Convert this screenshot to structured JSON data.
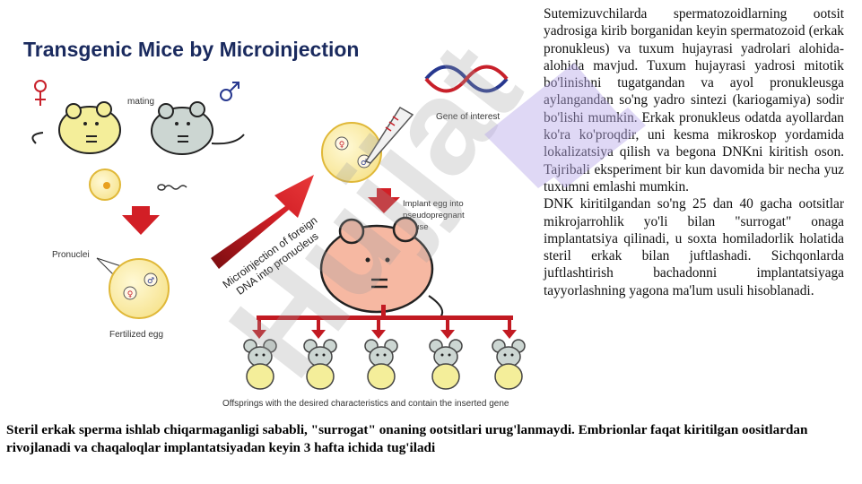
{
  "diagram": {
    "title": "Transgenic Mice by Microinjection",
    "female_icon": "female-symbol-icon",
    "male_icon": "male-symbol-icon",
    "mating_label": "mating",
    "gene_label": "Gene of interest",
    "pronuclei_label": "Pronuclei",
    "fertilized_label": "Fertilized egg",
    "microinjection_line1": "Microinjection of foreign",
    "microinjection_line2": "DNA into pronucleus",
    "implant_line1": "Implant egg into",
    "implant_line2": "pseudopregnant",
    "implant_line3": "mouse",
    "offspring_label": "Offsprings with the desired characteristics and contain the inserted gene",
    "watermark_text": "Hujjat",
    "colors": {
      "title": "#1a2a5e",
      "arrow_red": "#d21f26",
      "egg_fill": "#fbeeaa",
      "egg_stroke": "#e0b838",
      "mouse_yellow": "#f4ee9a",
      "mouse_grey": "#ccd6d2",
      "mouse_pink": "#f6b8a2",
      "dna_red": "#c8202a",
      "dna_blue": "#27388f",
      "watermark_purple": "#b9a8e8"
    }
  },
  "side_text": {
    "paragraph1": "Sutemizuvchilarda spermatozoidlarning ootsit yadrosiga kirib borganidan keyin spermatozoid (erkak pronukleus) va tuxum hujayrasi yadrolari alohida-alohida mavjud. Tuxum hujayrasi yadrosi mitotik bo'linishni tugatgandan va ayol pronukleusga aylangandan so'ng yadro sintezi (kariogamiya) sodir bo'lishi mumkin. Erkak pronukleus odatda ayollardan ko'ra ko'proqdir, uni kesma mikroskop yordamida lokalizatsiya qilish va begona DNKni kiritish oson. Tajribali eksperiment bir kun davomida bir necha yuz tuxumni emlashi mumkin.",
    "paragraph2": "DNK kiritilgandan so'ng 25 dan 40 gacha ootsitlar mikrojarrohlik yo'li bilan \"surrogat\" onaga implantatsiya qilinadi, u soxta homiladorlik holatida steril erkak bilan juftlashadi. Sichqonlarda juftlashtirish bachadonni implantatsiyaga tayyorlashning yagona ma'lum usuli hisoblanadi."
  },
  "caption": "Steril erkak sperma ishlab chiqarmaganligi sababli, \"surrogat\" onaning ootsitlari urug'lanmaydi. Embrionlar faqat kiritilgan oositlardan rivojlanadi va chaqaloqlar implantatsiyadan keyin 3 hafta ichida tug'iladi"
}
